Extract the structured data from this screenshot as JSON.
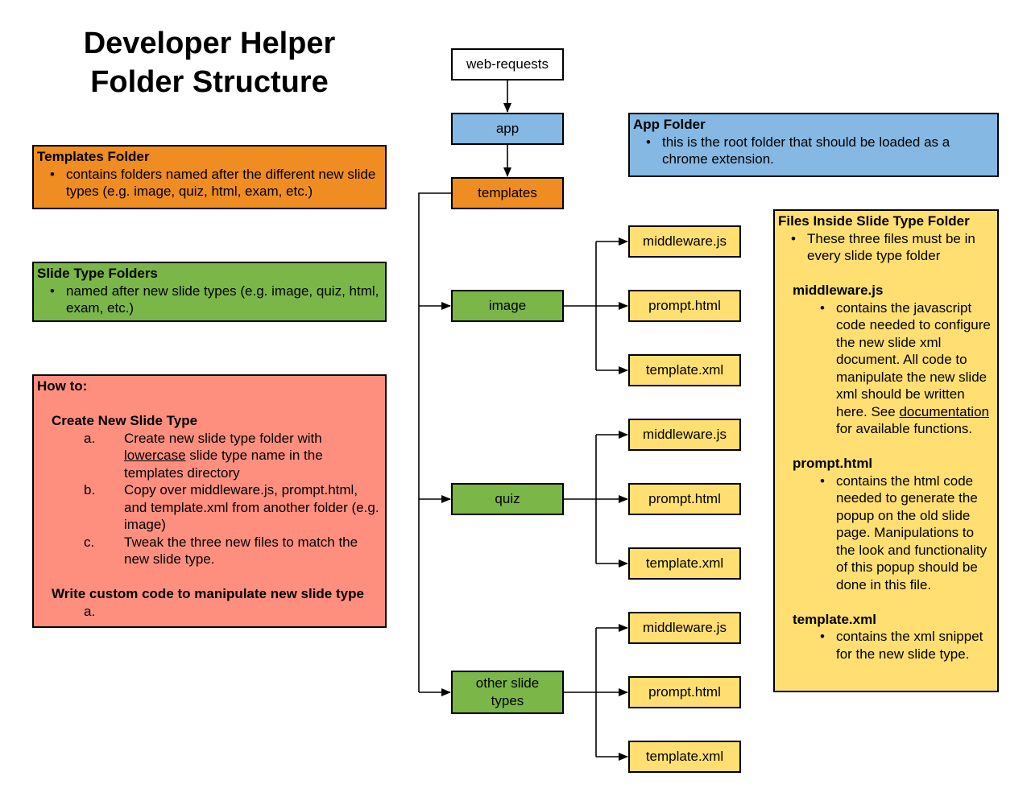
{
  "title": [
    "Developer Helper",
    "Folder Structure"
  ],
  "nodes": {
    "web_requests": "web-requests",
    "app": "app",
    "templates": "templates",
    "image": "image",
    "quiz": "quiz",
    "other": [
      "other slide",
      "types"
    ],
    "files": {
      "middleware": "middleware.js",
      "prompt": "prompt.html",
      "template": "template.xml"
    }
  },
  "notes": {
    "templates_folder": {
      "heading": "Templates Folder",
      "bullet": "contains folders named after the different new slide types (e.g. image, quiz, html, exam, etc.)"
    },
    "slide_type_folders": {
      "heading": "Slide Type Folders",
      "bullet": "named after new slide types (e.g. image, quiz, html, exam, etc.)"
    },
    "app_folder": {
      "heading": "App Folder",
      "bullet": "this is the root folder that should be loaded as a chrome extension."
    },
    "how_to": {
      "heading": "How to:",
      "create_heading": "Create New Slide Type",
      "step_a_label": "a.",
      "step_a_pre": "Create new slide type folder with ",
      "step_a_link": "lowercase",
      "step_a_post": " slide type name in the templates directory",
      "step_b_label": "b.",
      "step_b": "Copy over middleware.js, prompt.html, and template.xml from another folder (e.g. image)",
      "step_c_label": "c.",
      "step_c": "Tweak the three new files to match the new slide type.",
      "custom_heading": "Write custom code to manipulate new slide type",
      "custom_a_label": "a."
    },
    "files_inside": {
      "heading": "Files Inside Slide Type Folder",
      "bullet": "These three files must be in every slide type folder",
      "middleware_heading": "middleware.js",
      "middleware_pre": "contains the javascript code needed to configure the new slide xml document. All code to manipulate the new slide xml should be written here. See ",
      "middleware_link": "documentation",
      "middleware_post": " for available functions.",
      "prompt_heading": "prompt.html",
      "prompt_text": "contains the html code needed to generate the popup on the old slide page. Manipulations to the look and functionality of this popup should be done in this file.",
      "template_heading": "template.xml",
      "template_text": "contains the xml snippet for the new slide type."
    }
  },
  "colors": {
    "white": "#ffffff",
    "blue": "#85B8E3",
    "orange": "#EF8C22",
    "green": "#7AB648",
    "yellow": "#FFDF71",
    "salmon": "#FE8F7F"
  }
}
